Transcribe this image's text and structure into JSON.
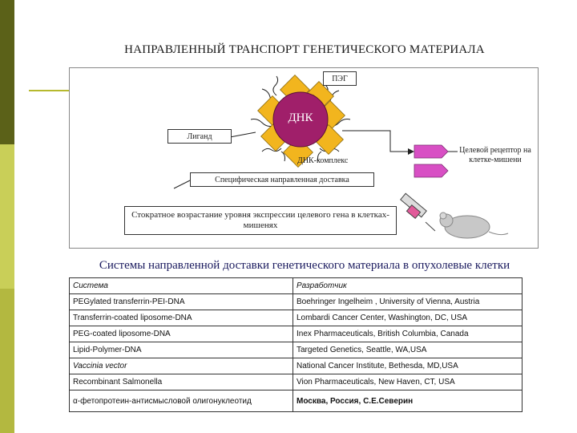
{
  "title": "НАПРАВЛЕННЫЙ ТРАНСПОРТ ГЕНЕТИЧЕСКОГО МАТЕРИАЛА",
  "diagram": {
    "peg_label": "ПЭГ",
    "dna_label": "ДНК",
    "ligand_label": "Лиганд",
    "complex_label": "ДНК-комплекс",
    "receptor_label": "Целевой рецептор на клетке-мишени",
    "delivery_label": "Специфическая направленная доставка",
    "expression_label": "Стократное возрастание уровня экспрессии целевого гена в клетках-мишенях",
    "colors": {
      "petal": "#f2b51e",
      "dna_circle": "#a01f6a",
      "receptor": "#d84fc4"
    }
  },
  "subtitle": "Системы направленной доставки генетического материала в опухолевые клетки",
  "table": {
    "headers": [
      "Система",
      "Разработчик"
    ],
    "rows": [
      [
        "PEGylated transferrin-PEI-DNA",
        "Boehringer Ingelheim , University of Vienna, Austria"
      ],
      [
        "Transferrin-coated liposome-DNA",
        "Lombardi Cancer Center, Washington, DC, USA"
      ],
      [
        "PEG-coated liposome-DNA",
        "Inex Pharmaceuticals, British Columbia, Canada"
      ],
      [
        "Lipid-Polymer-DNA",
        "Targeted Genetics, Seattle, WA,USA"
      ],
      [
        "Vaccinia vector",
        "National Cancer Institute, Bethesda, MD,USA"
      ],
      [
        "Recombinant Salmonella",
        "Vion Pharmaceuticals, New Haven, CT, USA"
      ]
    ],
    "last_row": [
      "α-фетопротеин-антисмысловой олигонуклеотид",
      "Москва, Россия, С.Е.Северин"
    ]
  }
}
